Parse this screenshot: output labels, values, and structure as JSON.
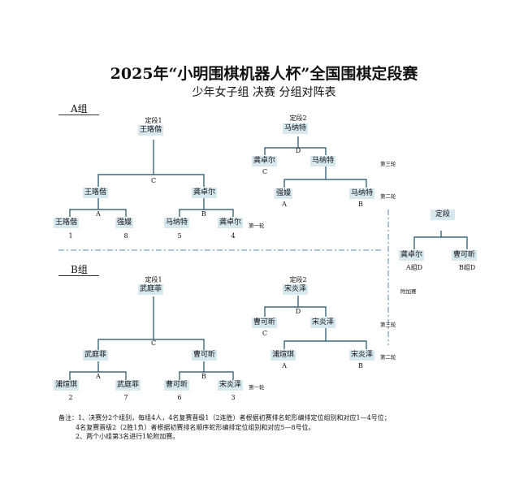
{
  "header": {
    "title": "2025年“小明围棋机器人杯”全国围棋定段赛",
    "subtitle": "少年女子组  决赛  分组对阵表"
  },
  "groups": {
    "a": {
      "label": "A组",
      "dingduan1": {
        "label": "定段1",
        "winner": "王珞偕"
      },
      "dingduan2": {
        "label": "定段2",
        "winner": "马纳特"
      },
      "round1": {
        "players": [
          "王珞偕",
          "强嫚",
          "马纳特",
          "龚卓尔"
        ],
        "seeds": [
          "1",
          "8",
          "5",
          "4"
        ],
        "match_a": "A",
        "match_b": "B",
        "winners": [
          "王珞偕",
          "龚卓尔"
        ],
        "final_letter": "C"
      },
      "bracket2": {
        "round2_players": [
          "强嫚",
          "马纳特"
        ],
        "round2_labels": [
          "A",
          "B"
        ],
        "round3_players": [
          "龚卓尔",
          "马纳特"
        ],
        "round3_side_label": "C",
        "final_letter": "D"
      }
    },
    "b": {
      "label": "B组",
      "dingduan1": {
        "label": "定段1",
        "winner": "武庭菲"
      },
      "dingduan2": {
        "label": "定段2",
        "winner": "宋炎泽"
      },
      "round1": {
        "players": [
          "浦煊琪",
          "武庭菲",
          "曹可昕",
          "宋炎泽"
        ],
        "seeds": [
          "2",
          "7",
          "6",
          "3"
        ],
        "match_a": "A",
        "match_b": "B",
        "winners": [
          "武庭菲",
          "曹可昕"
        ],
        "final_letter": "C"
      },
      "bracket2": {
        "round2_players": [
          "浦煊琪",
          "宋炎泽"
        ],
        "round2_labels": [
          "A",
          "B"
        ],
        "round3_players": [
          "曹可昕",
          "宋炎泽"
        ],
        "round3_side_label": "C",
        "final_letter": "D"
      }
    }
  },
  "round_labels": {
    "first": "第一轮",
    "second": "第二轮",
    "third": "第三轮",
    "extra": "附加赛"
  },
  "extra_match": {
    "label": "定段",
    "players": [
      "龚卓尔",
      "曹可昕"
    ],
    "sources": [
      "A组D",
      "B组D"
    ]
  },
  "notes": [
    "备注：1、决赛分2个组别，每组4人，4名复赛晋级1（2连胜）者根据初赛排名蛇形编排定位组别和对应1—4号位；",
    "4名复赛晋级2（2胜1负）者根据初赛排名顺序蛇形编排定位组别和对应5—8号位。",
    "2、两个小组第3名进行1轮附加赛。"
  ],
  "colors": {
    "name_bg": "#d7e8ef",
    "line": "#1c4e63",
    "dash": "#7aa6c2"
  }
}
